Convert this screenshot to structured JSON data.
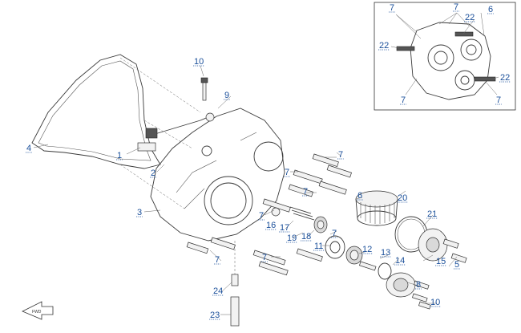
{
  "callouts": {
    "c1": "1",
    "c2": "2",
    "c3": "3",
    "c4": "4",
    "c5": "5",
    "c6": "6",
    "c7a": "7",
    "c7b": "7",
    "c7c": "7",
    "c7d": "7",
    "c7e": "7",
    "c7f": "7",
    "c7g": "7",
    "c8": "8",
    "c9": "9",
    "c10a": "10",
    "c10b": "10",
    "c11": "11",
    "c12": "12",
    "c13": "13",
    "c14": "14",
    "c15": "15",
    "c16": "16",
    "c17": "17",
    "c18": "18",
    "c19": "19",
    "c20": "20",
    "c21": "21",
    "c23": "23",
    "c24": "24"
  },
  "inset": {
    "c6": "6",
    "c7a": "7",
    "c7b": "7",
    "c7c": "7",
    "c7d": "7",
    "c22a": "22",
    "c22b": "22",
    "c22c": "22"
  },
  "colors": {
    "callout": "#1a4f9a",
    "line": "#3a3a3a"
  }
}
